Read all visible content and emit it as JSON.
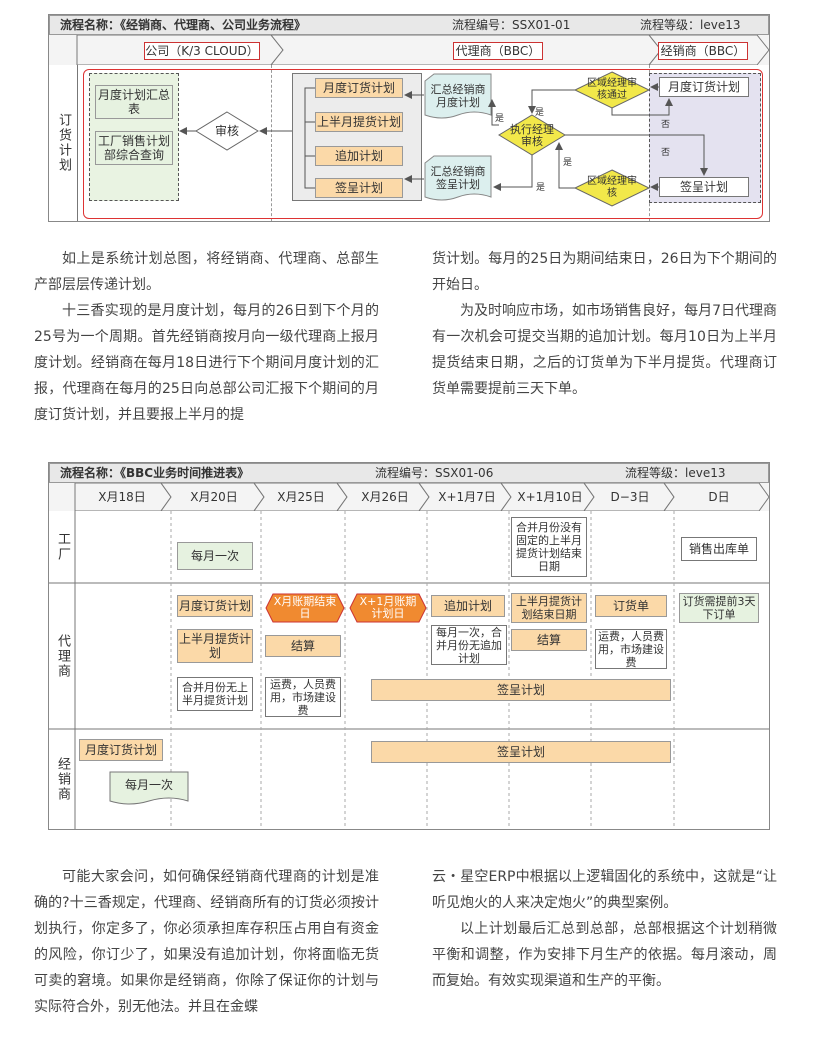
{
  "flow1": {
    "title": "流程名称：《经销商、代理商、公司业务流程》",
    "code": "流程编号：SSX01-01",
    "level": "流程等级：leve13",
    "phases": [
      "公司（K/3 CLOUD）",
      "代理商（BBC）",
      "经销商（BBC）"
    ],
    "lane": "订货计划",
    "nodes": {
      "monthly_summary": "月度计划汇总表",
      "factory_query": "工厂销售计划部综合查询",
      "review": "审核",
      "monthly_order": "月度订货计划",
      "half_month": "上半月提货计划",
      "add_plan": "追加计划",
      "sign_plan": "签呈计划",
      "dealer_summary": "汇总经销商月度计划",
      "dealer_sign": "汇总经销商签呈计划",
      "exec_review": "执行经理审核",
      "regional_pass": "区域经理审核通过",
      "regional_review": "区域经理审核",
      "dealer_monthly": "月度订货计划",
      "dealer_sign2": "签呈计划",
      "yes": "是",
      "no": "否"
    }
  },
  "text1": {
    "left": [
      "如上是系统计划总图，将经销商、代理商、总部生产部层层传递计划。",
      "十三香实现的是月度计划，每月的26日到下个月的25号为一个周期。首先经销商按月向一级代理商上报月度计划。经销商在每月18日进行下个期间月度计划的汇报，代理商在每月的25日向总部公司汇报下个期间的月度订货计划，并且要报上半月的提"
    ],
    "right": [
      "货计划。每月的25日为期间结束日，26日为下个期间的开始日。",
      "为及时响应市场，如市场销售良好，每月7日代理商有一次机会可提交当期的追加计划。每月10日为上半月提货结束日期，之后的订货单为下半月提货。代理商订货单需要提前三天下单。"
    ]
  },
  "flow2": {
    "title": "流程名称：《BBC业务时间推进表》",
    "code": "流程编号：SSX01-06",
    "level": "流程等级：leve13",
    "columns": [
      "X月18日",
      "X月20日",
      "X月25日",
      "X月26日",
      "X+1月7日",
      "X+1月10日",
      "D−3日",
      "D日"
    ],
    "lanes": [
      "工厂",
      "代理商",
      "经销商"
    ],
    "nodes": {
      "f_monthly_once": "每月一次",
      "f_merge_fixed": "合并月份没有固定的上半月提货计划结束日期",
      "f_sales_out": "销售出库单",
      "a_monthly_order": "月度订货计划",
      "a_x_close": "X月账期结束日",
      "a_x1_begin": "X+1月账期计划日",
      "a_add": "追加计划",
      "a_half_end": "上半月提货计划结束日期",
      "a_order": "订货单",
      "a_order3": "订货需提前3天下订单",
      "a_half": "上半月提货计划",
      "a_settle": "结算",
      "a_settle2": "结算",
      "a_merge_none": "合并月份无上半月提货计划",
      "a_fees": "运费，人员费用，市场建设费",
      "a_monthly_once_add": "每月一次，合并月份无追加计划",
      "a_fees2": "运费，人员费用，市场建设费",
      "a_sign": "签呈计划",
      "d_monthly_order": "月度订货计划",
      "d_monthly_once": "每月一次",
      "d_sign": "签呈计划"
    }
  },
  "text2": {
    "left": [
      "可能大家会问，如何确保经销商代理商的计划是准确的?十三香规定，代理商、经销商所有的订货必须按计划执行，你定多了，你必须承担库存积压占用自有资金的风险，你订少了，如果没有追加计划，你将面临无货可卖的窘境。如果你是经销商，你除了保证你的计划与实际符合外，别无他法。并且在金蝶"
    ],
    "right": [
      "云・星空ERP中根据以上逻辑固化的系统中，这就是“让听见炮火的人来决定炮火”的典型案例。",
      "以上计划最后汇总到总部，总部根据这个计划稍微平衡和调整，作为安排下月生产的依据。每月滚动，周而复始。有效实现渠道和生产的平衡。"
    ]
  }
}
